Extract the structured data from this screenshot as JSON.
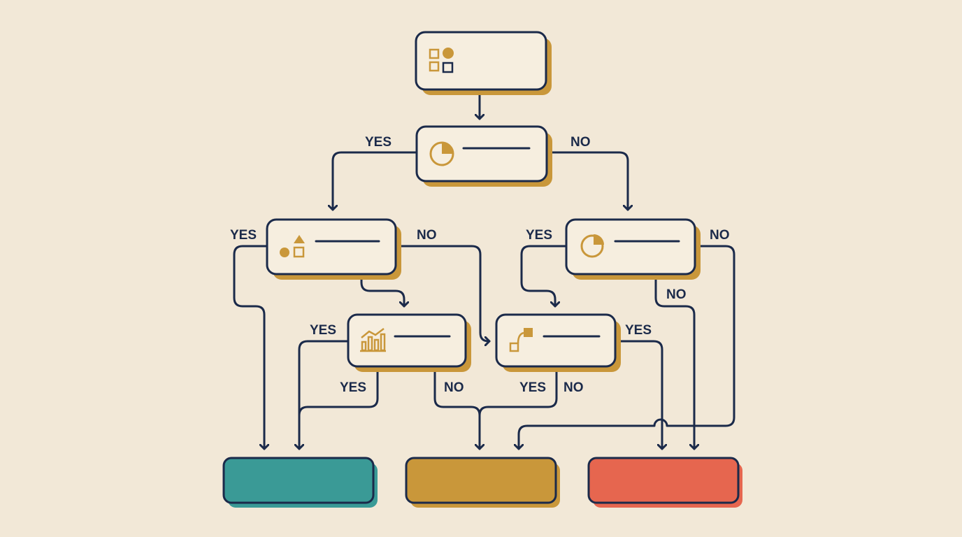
{
  "colors": {
    "background": "#f2e8d7",
    "node_fill": "#f6eedf",
    "stroke": "#1b2a4a",
    "shadow": "#c9973a",
    "gold": "#c9973a",
    "outcome_teal": "#3a9a96",
    "outcome_gold": "#c9973a",
    "outcome_coral": "#e6664f"
  },
  "nodes": [
    {
      "id": "start",
      "icon": "category-shapes-icon"
    },
    {
      "id": "q1",
      "icon": "pie-chart-icon"
    },
    {
      "id": "q2a",
      "icon": "shapes-icon"
    },
    {
      "id": "q2b",
      "icon": "pie-chart-icon"
    },
    {
      "id": "q3a",
      "icon": "bar-chart-icon"
    },
    {
      "id": "q3b",
      "icon": "workflow-icon"
    }
  ],
  "outcomes": [
    {
      "id": "outcome-teal",
      "color": "#3a9a96"
    },
    {
      "id": "outcome-gold",
      "color": "#c9973a"
    },
    {
      "id": "outcome-coral",
      "color": "#e6664f"
    }
  ],
  "labels": {
    "q1_yes": "YES",
    "q1_no": "NO",
    "q2a_yes": "YES",
    "q2a_no": "NO",
    "q2b_yes": "YES",
    "q2b_no": "NO",
    "q2b_no_down": "NO",
    "q3a_yes_left": "YES",
    "q3a_yes_down": "YES",
    "q3a_no": "NO",
    "q3b_yes_down": "YES",
    "q3b_no": "NO",
    "q3b_yes_right": "YES"
  }
}
